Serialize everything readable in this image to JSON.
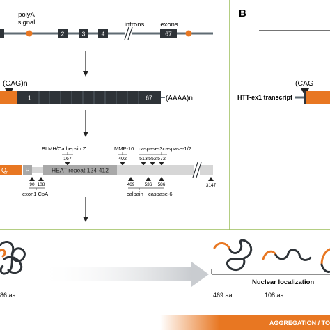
{
  "panel_b": {
    "label": "B"
  },
  "gene": {
    "polya_label_line1": "polyA",
    "polya_label_line2": "signal",
    "exon_numbers": [
      "2",
      "3",
      "4",
      "67"
    ],
    "introns_label": "introns",
    "exons_label": "exons"
  },
  "mrna": {
    "cag_label": "(CAG)n",
    "exon_first": "1",
    "exon_last": "67",
    "polya_tail": "(AAAA)n"
  },
  "protein": {
    "q_label": "Q",
    "q_subscript": "n",
    "p_domain": "P",
    "heat_label": "HEAT repeat 124-412",
    "blmh_label": "BLMH/Cathepsin Z",
    "blmh_site": "167",
    "mmp_label": "MMP-10",
    "mmp_site": "402",
    "caspase3_label": "caspase-3",
    "caspase12_label": "caspase-1/2",
    "caspase_sites": [
      "513",
      "552",
      "572"
    ],
    "exon1_sites": [
      "90",
      "108"
    ],
    "exon1_label": "exon1 CpA",
    "calpain_sites": [
      "469",
      "536",
      "586"
    ],
    "calpain_label": "calpain",
    "caspase6_label": "caspase-6",
    "end_site": "3147"
  },
  "htt_ex1": {
    "label": "HTT-ex1 transcript",
    "cag_label": "(CAG"
  },
  "bottom": {
    "left_aa_label": "86 aa",
    "nuclear_label": "Nuclear localization",
    "aa_469": "469 aa",
    "aa_108": "108 aa",
    "banner_text": "AGGREGATION / TO"
  },
  "colors": {
    "orange": "#e87722",
    "dark": "#2e3338",
    "line": "#5f6b73",
    "green_border": "#9bbd5a",
    "heat_gray": "#a8a8a8",
    "light_gray": "#d6d6d6",
    "banner": "#e87722"
  }
}
